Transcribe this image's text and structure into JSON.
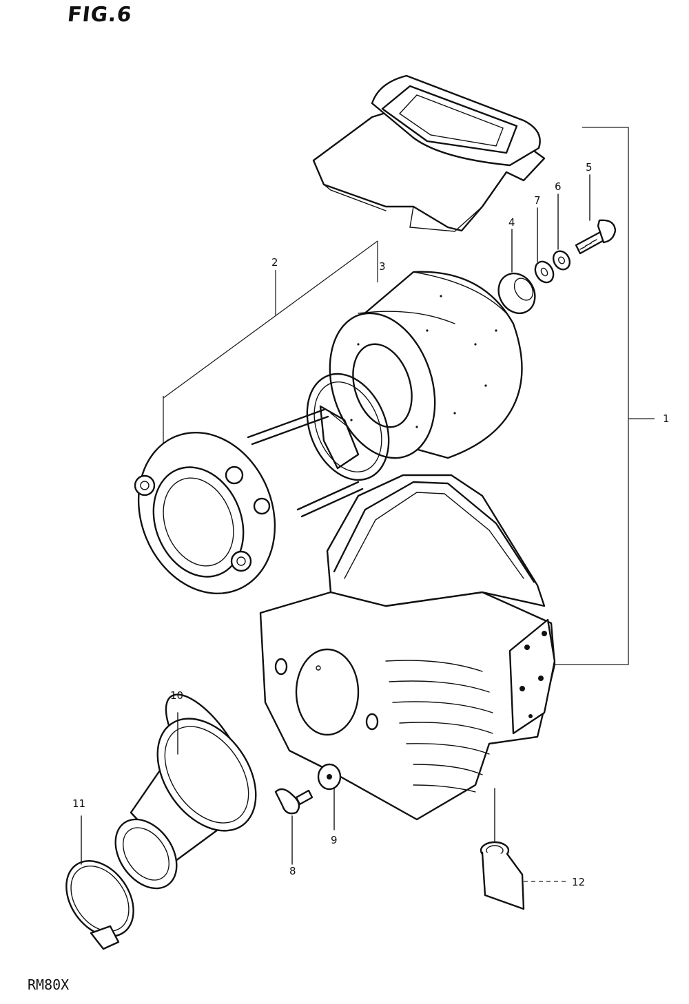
{
  "figure": {
    "title": "FIG.6",
    "model": "RM80X"
  },
  "callouts": {
    "c1": "1",
    "c2": "2",
    "c3": "3",
    "c4": "4",
    "c5": "5",
    "c6": "6",
    "c7": "7",
    "c8": "8",
    "c9": "9",
    "c10": "10",
    "c11": "11",
    "c12": "12"
  }
}
